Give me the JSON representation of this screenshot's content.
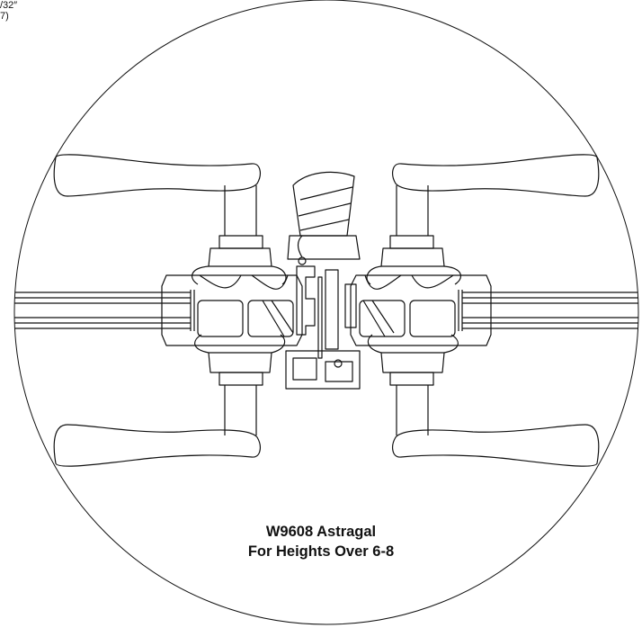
{
  "corner_note": {
    "line1": "/32″",
    "line2": "7)"
  },
  "caption": {
    "line1": "W9608 Astragal",
    "line2": "For Heights Over 6-8"
  },
  "colors": {
    "ink": "#111111",
    "paper": "#ffffff"
  },
  "icons": [
    "lever-handle-icon",
    "astragal-section-icon"
  ]
}
